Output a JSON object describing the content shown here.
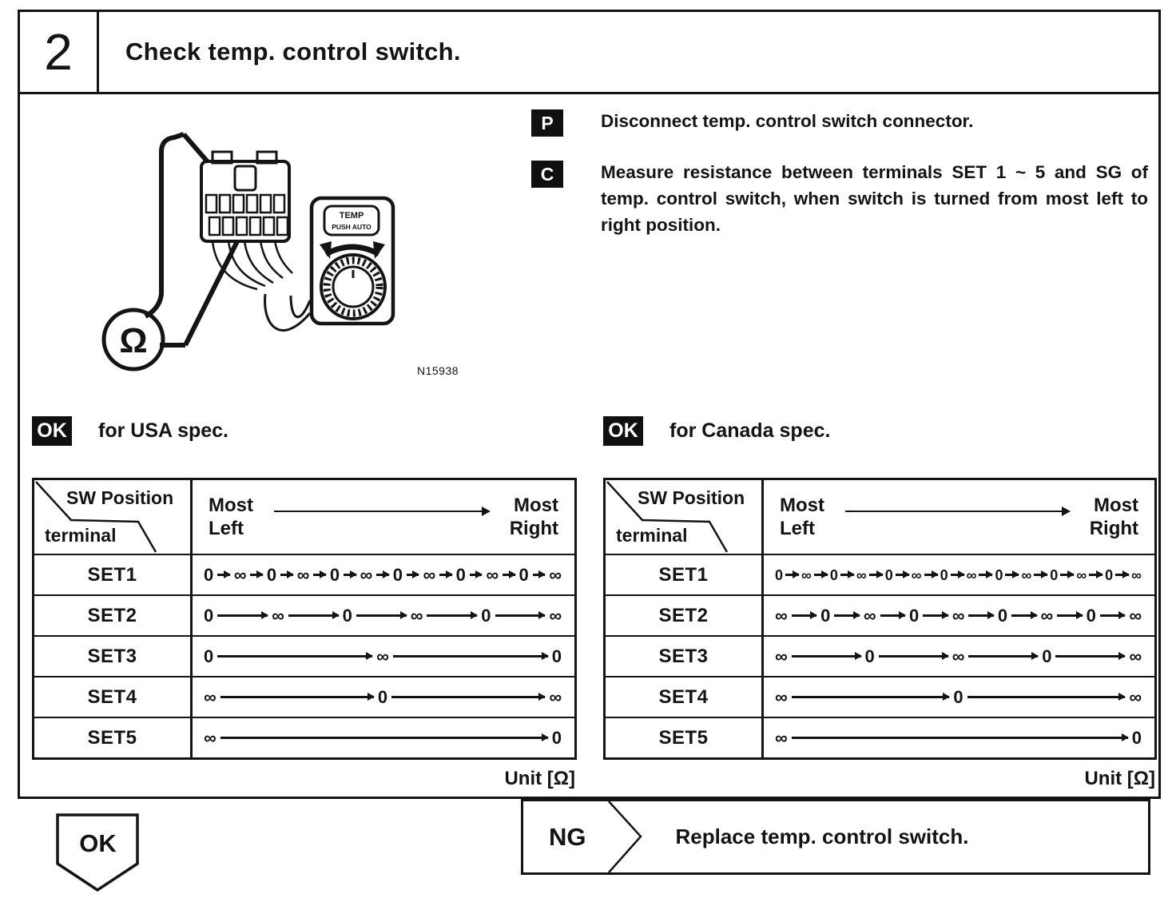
{
  "header": {
    "step_number": "2",
    "title": "Check temp. control switch."
  },
  "figure": {
    "label": "N15938",
    "meter_symbol": "Ω",
    "panel_label_line1": "TEMP",
    "panel_label_line2": "PUSH AUTO"
  },
  "instructions": [
    {
      "badge": "P",
      "text": "Disconnect temp. control switch connector."
    },
    {
      "badge": "C",
      "text": "Measure resistance between terminals SET 1 ~ 5 and SG of temp. control switch, when switch is turned from most left to right position."
    }
  ],
  "tables": [
    {
      "ok_badge": "OK",
      "spec_label": "for USA spec.",
      "corner_top": "SW Position",
      "corner_bottom": "terminal",
      "range_left_line1": "Most",
      "range_left_line2": "Left",
      "range_right_line1": "Most",
      "range_right_line2": "Right",
      "unit_label": "Unit [Ω]",
      "rows": [
        {
          "terminal": "SET1",
          "sequence": [
            "0",
            "∞",
            "0",
            "∞",
            "0",
            "∞",
            "0",
            "∞",
            "0",
            "∞",
            "0",
            "∞"
          ]
        },
        {
          "terminal": "SET2",
          "sequence": [
            "0",
            "∞",
            "0",
            "∞",
            "0",
            "∞"
          ]
        },
        {
          "terminal": "SET3",
          "sequence": [
            "0",
            "∞",
            "0"
          ]
        },
        {
          "terminal": "SET4",
          "sequence": [
            "∞",
            "0",
            "∞"
          ]
        },
        {
          "terminal": "SET5",
          "sequence": [
            "∞",
            "0"
          ]
        }
      ]
    },
    {
      "ok_badge": "OK",
      "spec_label": "for Canada spec.",
      "corner_top": "SW Position",
      "corner_bottom": "terminal",
      "range_left_line1": "Most",
      "range_left_line2": "Left",
      "range_right_line1": "Most",
      "range_right_line2": "Right",
      "unit_label": "Unit [Ω]",
      "rows": [
        {
          "terminal": "SET1",
          "sequence": [
            "0",
            "∞",
            "0",
            "∞",
            "0",
            "∞",
            "0",
            "∞",
            "0",
            "∞",
            "0",
            "∞",
            "0",
            "∞"
          ]
        },
        {
          "terminal": "SET2",
          "sequence": [
            "∞",
            "0",
            "∞",
            "0",
            "∞",
            "0",
            "∞",
            "0",
            "∞"
          ]
        },
        {
          "terminal": "SET3",
          "sequence": [
            "∞",
            "0",
            "∞",
            "0",
            "∞"
          ]
        },
        {
          "terminal": "SET4",
          "sequence": [
            "∞",
            "0",
            "∞"
          ]
        },
        {
          "terminal": "SET5",
          "sequence": [
            "∞",
            "0"
          ]
        }
      ]
    }
  ],
  "footer": {
    "ok_label": "OK",
    "ng_label": "NG",
    "ng_action": "Replace temp. control switch."
  },
  "colors": {
    "ink": "#141414",
    "paper": "#ffffff"
  }
}
